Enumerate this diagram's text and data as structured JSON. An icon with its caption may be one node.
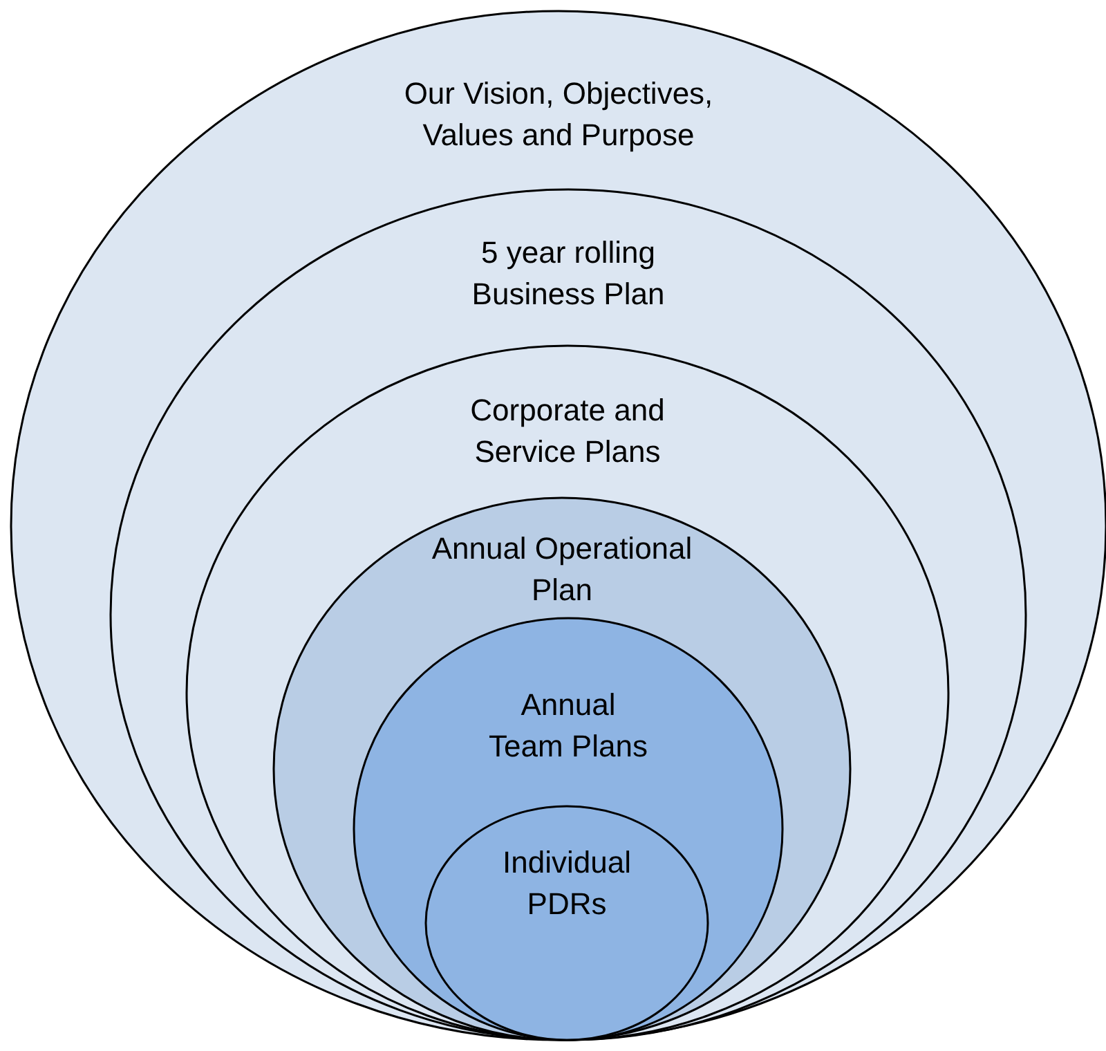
{
  "diagram": {
    "nodes": [
      {
        "text": [
          "Our Vision, Objectives, Values and Purpose"
        ]
      },
      {
        "text": [
          "5 year rolling Business Plan"
        ],
        "in": 0
      },
      {
        "text": [
          "Corporate and Service Plans"
        ],
        "in": 1
      },
      {
        "text": [
          "Annual Operational Plan"
        ],
        "in": 2
      },
      {
        "text": [
          "Annual Team Plans"
        ],
        "in": 3
      },
      {
        "text": [
          "Individual PDRs"
        ],
        "in": 4
      }
    ]
  }
}
